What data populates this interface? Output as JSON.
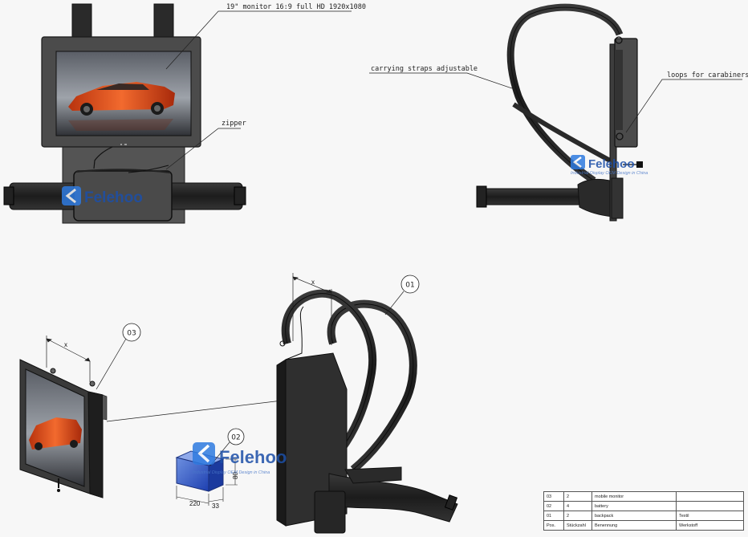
{
  "annotations": {
    "monitor": "19\" monitor 16:9  full HD 1920x1080",
    "zipper": "zipper",
    "straps": "carrying straps adjustable",
    "loops": "loops for carabiners"
  },
  "brand": {
    "name": "Felehoo",
    "tagline": "Industrial Display OEM Design in China"
  },
  "balloons": {
    "backpack": "01",
    "battery": "02",
    "monitor": "03"
  },
  "dimensions": {
    "x_monitor": "x",
    "x_backpack": "x",
    "battery_length": "220",
    "battery_width": "33",
    "battery_height": "80"
  },
  "bom": {
    "rows": [
      {
        "pos": "03",
        "qty": "2",
        "name": "mobile monitor",
        "material": ""
      },
      {
        "pos": "02",
        "qty": "4",
        "name": "battery",
        "material": ""
      },
      {
        "pos": "01",
        "qty": "2",
        "name": "backpack",
        "material": "Textil"
      }
    ],
    "header": {
      "pos": "Pos.",
      "qty": "Stückzahl",
      "name": "Benennung",
      "material": "Werkstoff"
    }
  }
}
